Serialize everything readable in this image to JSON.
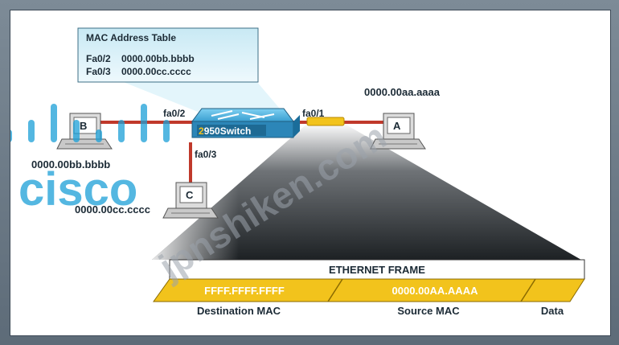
{
  "mac_table": {
    "title": "MAC Address Table",
    "entries": [
      {
        "port": "Fa0/2",
        "mac": "0000.00bb.bbbb"
      },
      {
        "port": "Fa0/3",
        "mac": "0000.00cc.cccc"
      }
    ]
  },
  "switch": {
    "label_prefix": "2",
    "label_rest": "950Switch"
  },
  "ports": {
    "fa02": "fa0/2",
    "fa01": "fa0/1",
    "fa03": "fa0/3"
  },
  "hosts": {
    "a": {
      "letter": "A",
      "mac": "0000.00aa.aaaa"
    },
    "b": {
      "letter": "B",
      "mac": "0000.00bb.bbbb"
    },
    "c": {
      "letter": "C",
      "mac": "0000.00cc.cccc"
    }
  },
  "frame": {
    "header": "ETHERNET FRAME",
    "destination_value": "FFFF.FFFF.FFFF",
    "source_value": "0000.00AA.AAAA",
    "destination_label": "Destination MAC",
    "source_label": "Source MAC",
    "data_label": "Data"
  },
  "watermarks": {
    "logo_text": "cisco",
    "site_text": "jpnshiken.com"
  },
  "colors": {
    "link": "#c0392b",
    "frame_yellow": "#f2c31c",
    "switch_blue": "#3e98c9",
    "cisco_blue": "#1ba0d8"
  }
}
